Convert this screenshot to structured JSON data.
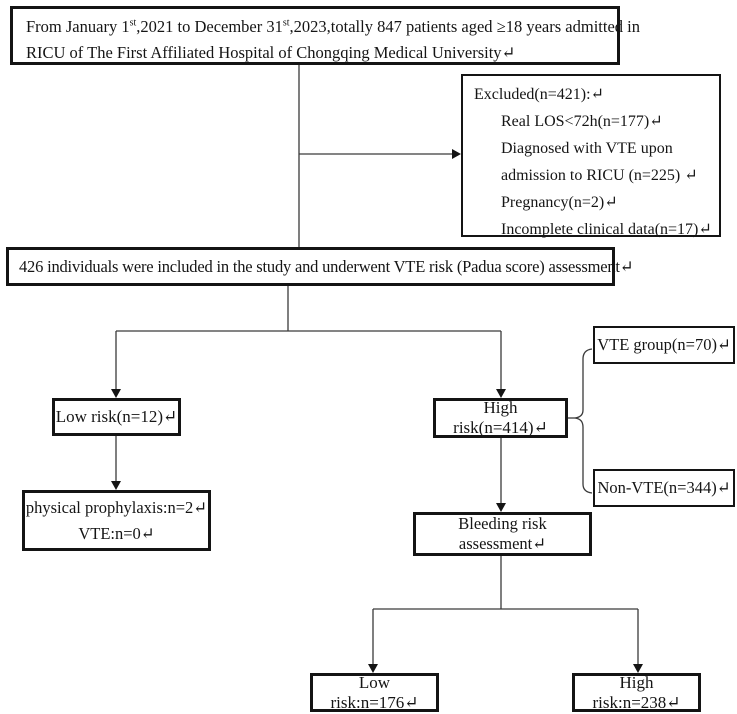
{
  "colors": {
    "background": "#ffffff",
    "box_border": "#141414",
    "connector_line": "#3a3a3a",
    "text": "#151515"
  },
  "flowchart": {
    "enrollment": {
      "line1_pre": "From January 1",
      "line1_sup1": "st",
      "line1_mid": ",2021 to December 31",
      "line1_sup2": "st",
      "line1_post": ",2023,totally 847 patients aged ≥18 years admitted in",
      "line2": "RICU of The First Affiliated Hospital of Chongqing Medical University↵"
    },
    "excluded": {
      "title": "Excluded(n=421):↵",
      "items": [
        "Real LOS<72h(n=177)↵",
        "Diagnosed with VTE upon",
        "admission to RICU (n=225) ↵",
        "Pregnancy(n=2)↵",
        "Incomplete clinical data(n=17)↵"
      ]
    },
    "included": {
      "text": "426 individuals were included in the study and underwent VTE risk (Padua score) assessment↵"
    },
    "low_risk": {
      "text": "Low risk(n=12)↵"
    },
    "physical_prophylaxis": {
      "line1": "physical prophylaxis:n=2↵",
      "line2": "VTE:n=0↵"
    },
    "high_risk": {
      "text": "High risk(n=414)↵"
    },
    "vte_group": {
      "text": "VTE group(n=70)↵"
    },
    "non_vte": {
      "text": "Non-VTE(n=344)↵"
    },
    "bleeding_assessment": {
      "text": "Bleeding risk assessment↵"
    },
    "bleeding_low_risk": {
      "text": "Low risk:n=176↵"
    },
    "bleeding_high_risk": {
      "text": "High risk:n=238↵"
    }
  }
}
